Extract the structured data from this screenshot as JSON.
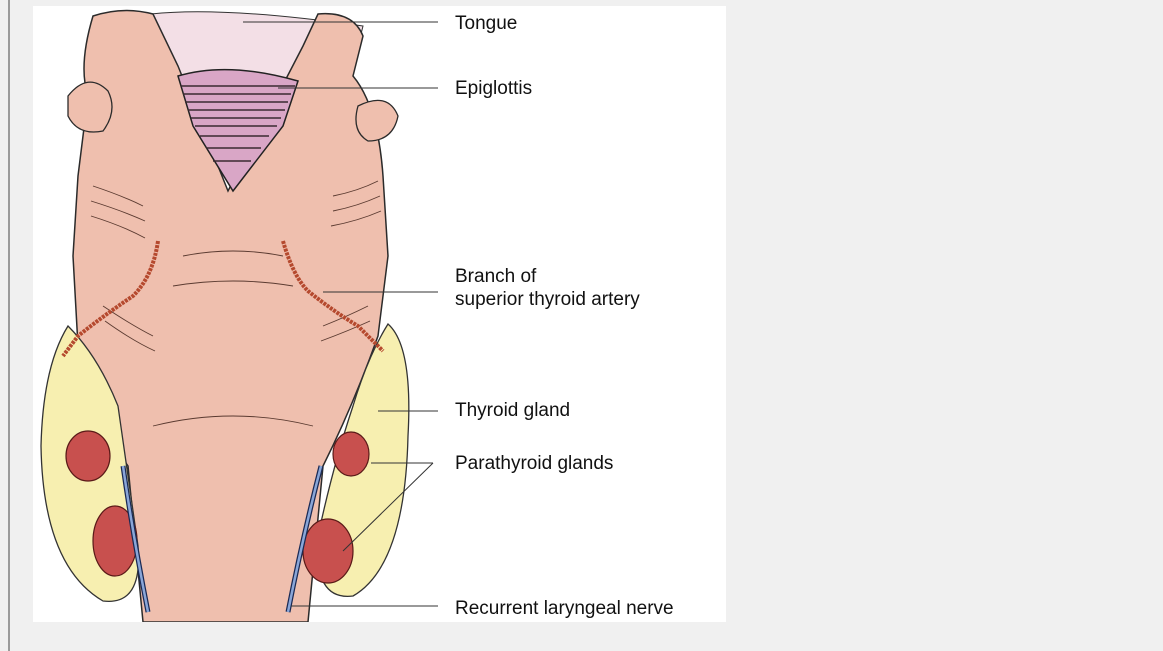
{
  "labels": {
    "tongue": "Tongue",
    "epiglottis": "Epiglottis",
    "branch_line1": "Branch of",
    "branch_line2": "superior thyroid artery",
    "thyroid_gland": "Thyroid gland",
    "parathyroid_glands": "Parathyroid glands",
    "recurrent_laryngeal_nerve": "Recurrent laryngeal nerve"
  },
  "colors": {
    "page_background": "#f0f0f0",
    "figure_background": "#ffffff",
    "tissue": "#efbfae",
    "tongue": "#f3dfe6",
    "epiglottis": "#d9a6c6",
    "thyroid": "#f7efb0",
    "parathyroid": "#c8504e",
    "artery": "#b5492e",
    "nerve": "#8aa6d8"
  }
}
